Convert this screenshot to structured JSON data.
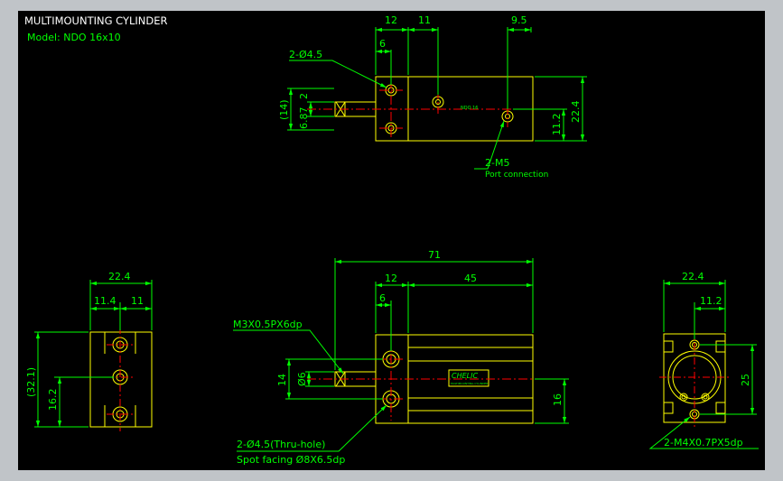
{
  "title": {
    "line1": "MULTIMOUNTING CYLINDER",
    "line2": "Model:  NDO 16x10"
  },
  "colors": {
    "background": "#000000",
    "object": "#ffff00",
    "dimension": "#00ff00",
    "center": "#ff0000",
    "frame": "#c0c4c8",
    "text": "#ffffff"
  },
  "top_view": {
    "dims": {
      "d12": "12",
      "d11": "11",
      "d9_5": "9.5",
      "d6": "6",
      "d22_4": "22.4",
      "d11_2": "11.2",
      "d14p": "(14)",
      "d6_87": "6.87",
      "d2": "2"
    },
    "labels": {
      "hole": "2-Ø4.5",
      "port": "2-M5",
      "port_note": "Port connection",
      "stamp": "NDO 16"
    }
  },
  "left_view": {
    "dims": {
      "d22_4": "22.4",
      "d11_4": "11.4",
      "d11": "11",
      "d32_1": "(32.1)",
      "d16_2": "16.2"
    }
  },
  "front_view": {
    "dims": {
      "d71": "71",
      "d12": "12",
      "d45": "45",
      "d6": "6",
      "d14": "14",
      "d6dia": "Ø6",
      "d16": "16"
    },
    "labels": {
      "thread": "M3X0.5PX6dp",
      "hole": "2-Ø4.5(Thru-hole)",
      "spot": "Spot facing  Ø8X6.5dp",
      "brand": "CHELIC",
      "brand_sub": "MULTIMOUNTING CYLINDER"
    }
  },
  "right_view": {
    "dims": {
      "d22_4": "22.4",
      "d11_2": "11.2",
      "d25": "25"
    },
    "labels": {
      "thread": "2-M4X0.7PX5dp"
    }
  }
}
